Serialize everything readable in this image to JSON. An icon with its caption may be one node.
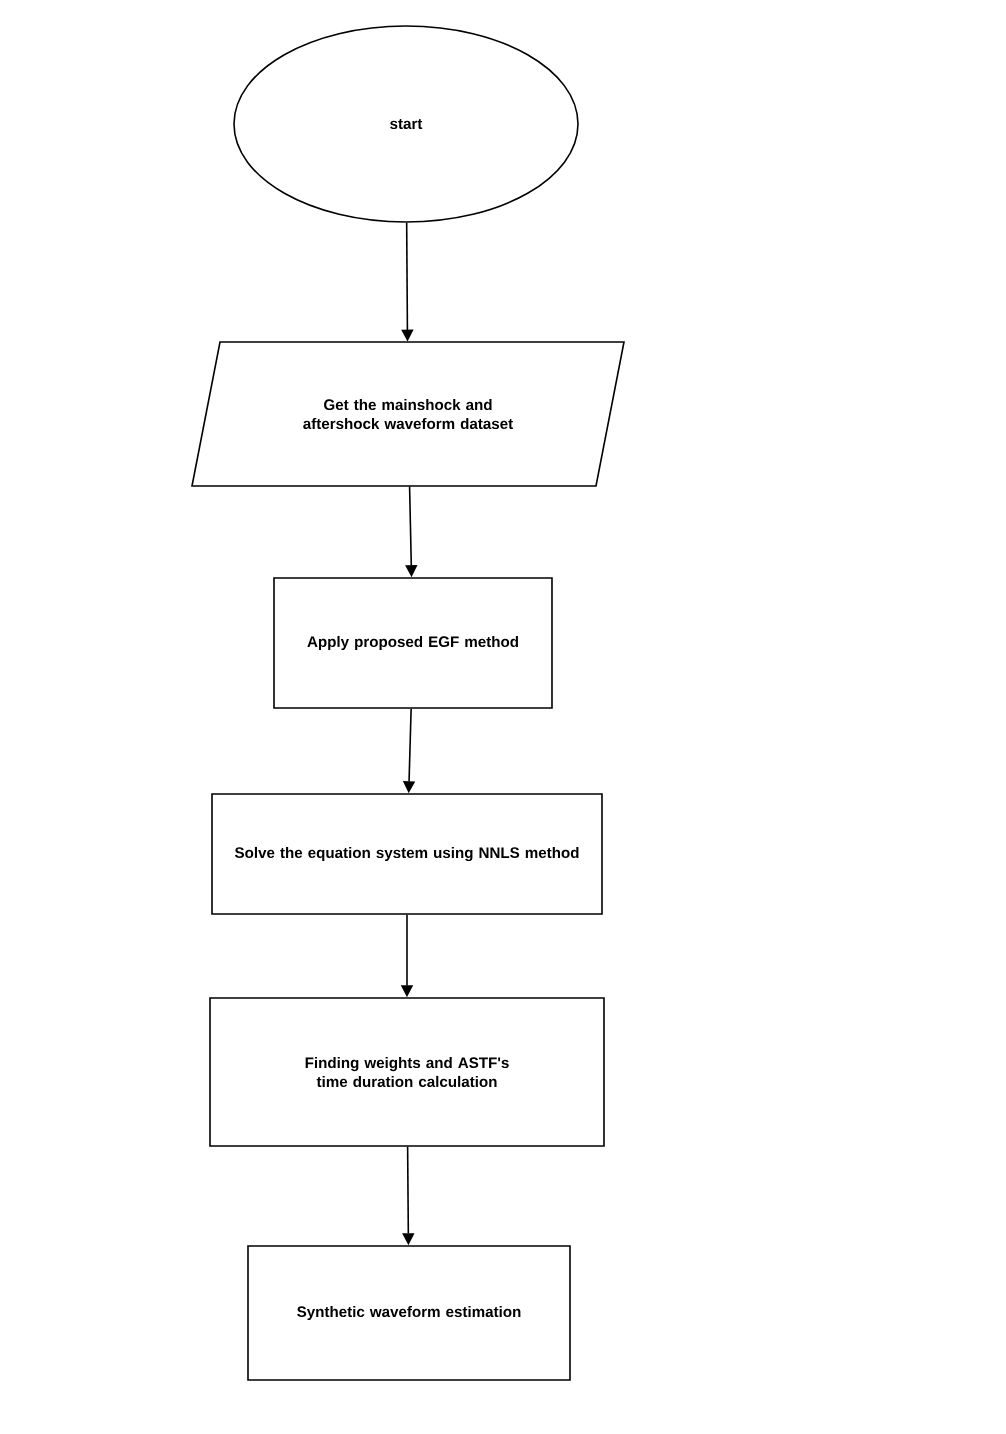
{
  "diagram": {
    "nodes": [
      {
        "text": [
          "start"
        ]
      },
      {
        "text": [
          "Get the mainshock and aftershock waveform dataset"
        ]
      },
      {
        "text": [
          "Apply proposed EGF method"
        ]
      },
      {
        "text": [
          "Solve the equation system using NNLS method"
        ]
      },
      {
        "text": [
          "Finding weights and ASTF's time duration calculation"
        ]
      },
      {
        "text": [
          "Synthetic waveform estimation"
        ]
      }
    ],
    "edges": [
      {
        "from": 0,
        "to": 1,
        "arrow": "to"
      },
      {
        "from": 1,
        "to": 2,
        "arrow": "to"
      },
      {
        "from": 2,
        "to": 3,
        "arrow": "to"
      },
      {
        "from": 3,
        "to": 4,
        "arrow": "to"
      },
      {
        "from": 4,
        "to": 5,
        "arrow": "to"
      }
    ]
  }
}
